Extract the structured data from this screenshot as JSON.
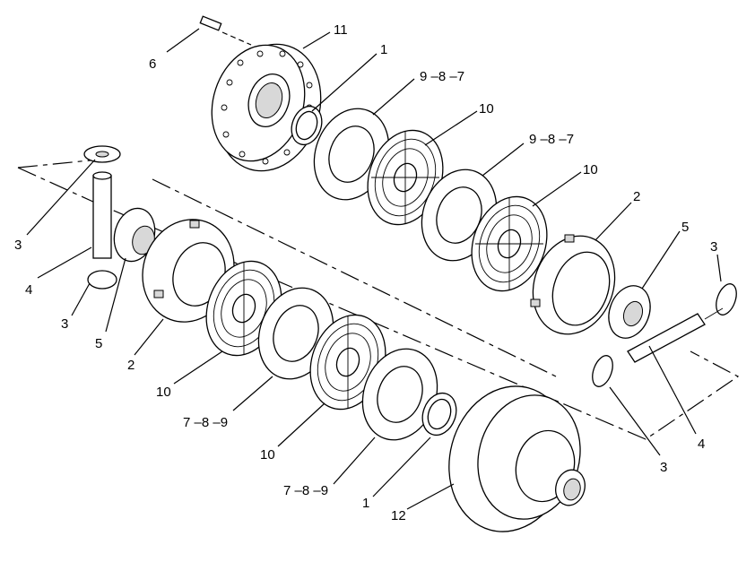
{
  "diagram": {
    "labels": [
      {
        "id": "l11",
        "text": "11"
      },
      {
        "id": "l1a",
        "text": "1"
      },
      {
        "id": "l987a",
        "text": "9 –8 –7"
      },
      {
        "id": "l6",
        "text": "6"
      },
      {
        "id": "l10a",
        "text": "10"
      },
      {
        "id": "l987b",
        "text": "9 –8 –7"
      },
      {
        "id": "l10b",
        "text": "10"
      },
      {
        "id": "l2a",
        "text": "2"
      },
      {
        "id": "l5a",
        "text": "5"
      },
      {
        "id": "l3a",
        "text": "3"
      },
      {
        "id": "l3b",
        "text": "3"
      },
      {
        "id": "l4a",
        "text": "4"
      },
      {
        "id": "l3c",
        "text": "3"
      },
      {
        "id": "l5b",
        "text": "5"
      },
      {
        "id": "l2b",
        "text": "2"
      },
      {
        "id": "l10c",
        "text": "10"
      },
      {
        "id": "l789a",
        "text": "7 –8 –9"
      },
      {
        "id": "l10d",
        "text": "10"
      },
      {
        "id": "l789b",
        "text": "7 –8 –9"
      },
      {
        "id": "l1b",
        "text": "1"
      },
      {
        "id": "l12",
        "text": "12"
      },
      {
        "id": "l4b",
        "text": "4"
      },
      {
        "id": "l3d",
        "text": "3"
      }
    ]
  }
}
